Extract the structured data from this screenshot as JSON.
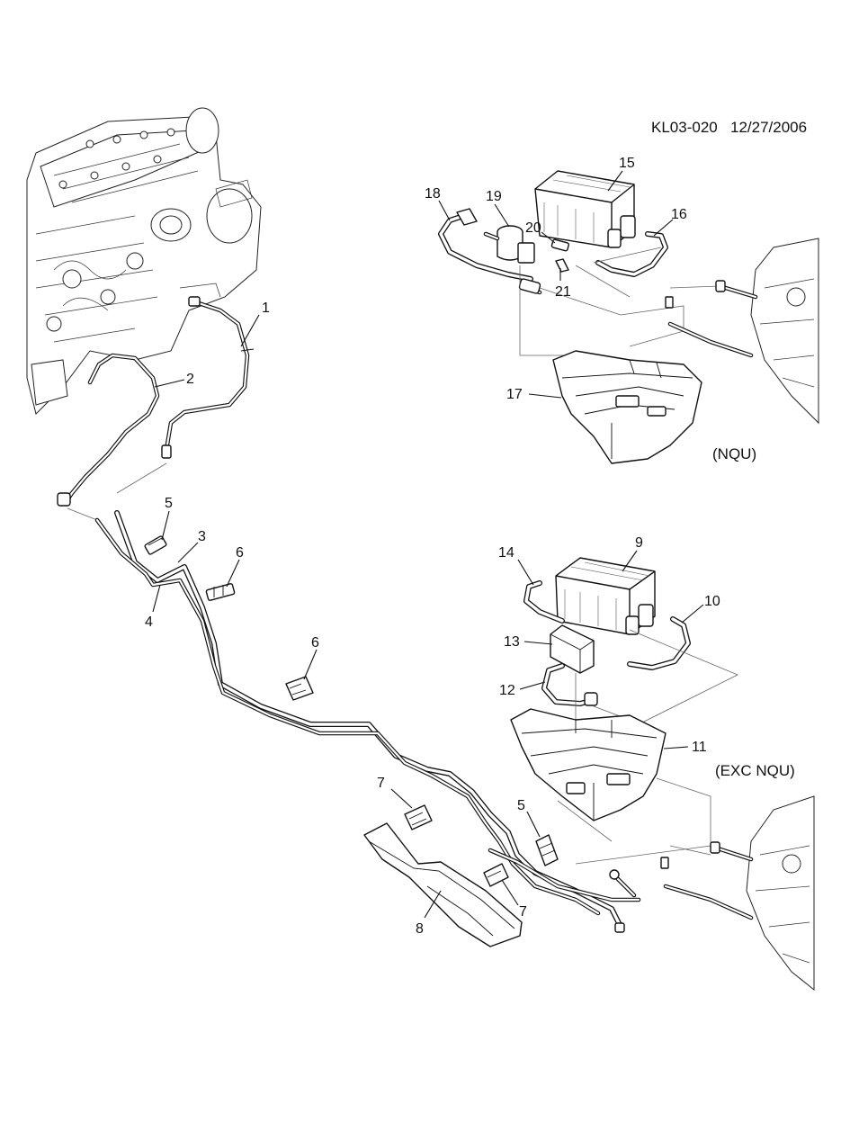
{
  "header": {
    "diagram_id": "KL03-020",
    "date": "12/27/2006"
  },
  "variants": {
    "nqu": "(NQU)",
    "exc_nqu": "(EXC NQU)"
  },
  "callouts": {
    "c1": "1",
    "c2": "2",
    "c3": "3",
    "c4": "4",
    "c5a": "5",
    "c5b": "5",
    "c6a": "6",
    "c6b": "6",
    "c7a": "7",
    "c7b": "7",
    "c8": "8",
    "c9": "9",
    "c10": "10",
    "c11": "11",
    "c12": "12",
    "c13": "13",
    "c14": "14",
    "c15": "15",
    "c16": "16",
    "c17": "17",
    "c18": "18",
    "c19": "19",
    "c20": "20",
    "c21": "21"
  }
}
